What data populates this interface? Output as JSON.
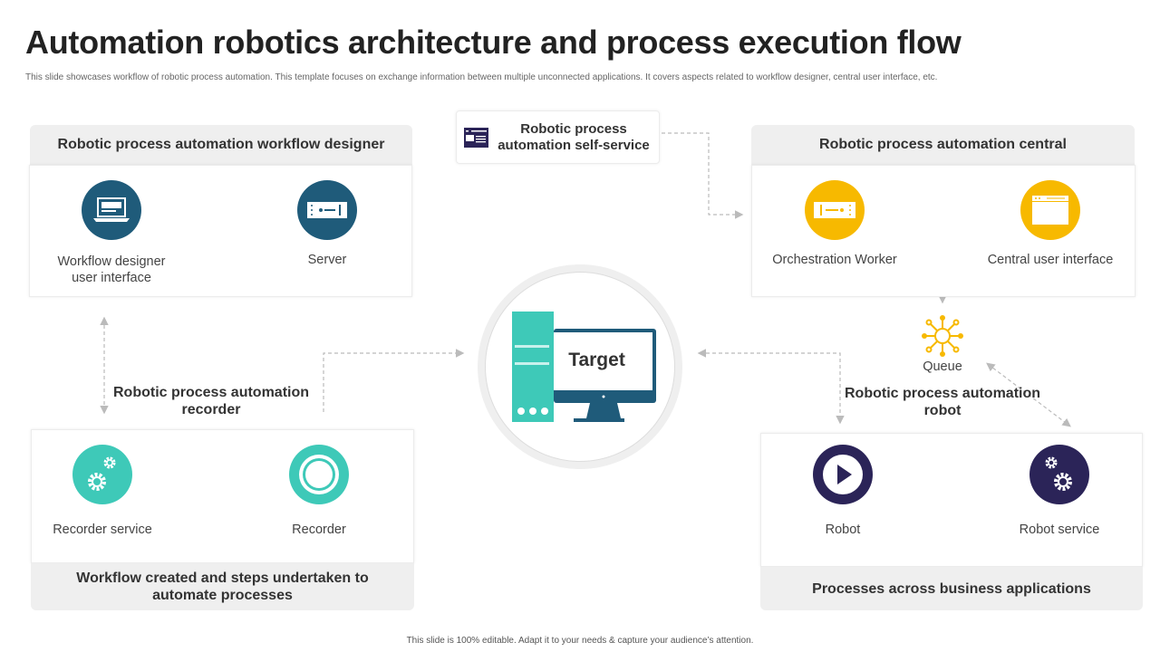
{
  "title": "Automation robotics architecture and process execution flow",
  "subtitle": "This slide showcases workflow of robotic process automation. This template focuses on exchange information between multiple unconnected applications. It covers aspects related to workflow designer, central user interface, etc.",
  "colors": {
    "dark_teal": "#1f5b7a",
    "teal": "#3ec9b8",
    "yellow": "#f7b900",
    "navy": "#2b2458"
  },
  "workflow_designer": {
    "heading": "Robotic process automation workflow designer",
    "items": [
      {
        "label": "Workflow designer\nuser interface",
        "icon": "laptop-icon"
      },
      {
        "label": "Server",
        "icon": "server-icon"
      }
    ]
  },
  "self_service": {
    "label": "Robotic process automation self-service",
    "icon": "browser-window-icon"
  },
  "central": {
    "heading": "Robotic process automation central",
    "items": [
      {
        "label": "Orchestration Worker",
        "icon": "server-icon"
      },
      {
        "label": "Central user interface",
        "icon": "browser-window-icon"
      }
    ]
  },
  "target": {
    "label": "Target",
    "icon": "computer-icon"
  },
  "recorder": {
    "heading": "Robotic process automation recorder",
    "items": [
      {
        "label": "Recorder service",
        "icon": "gears-icon"
      },
      {
        "label": "Recorder",
        "icon": "record-icon"
      }
    ],
    "footer": "Workflow created and steps undertaken to automate processes"
  },
  "queue": {
    "label": "Queue",
    "icon": "network-hub-icon"
  },
  "robot": {
    "heading": "Robotic process automation robot",
    "items": [
      {
        "label": "Robot",
        "icon": "play-icon"
      },
      {
        "label": "Robot service",
        "icon": "gears-icon"
      }
    ],
    "footer": "Processes across business applications"
  },
  "footer": "This slide is 100% editable. Adapt it to your needs & capture your audience’s attention."
}
